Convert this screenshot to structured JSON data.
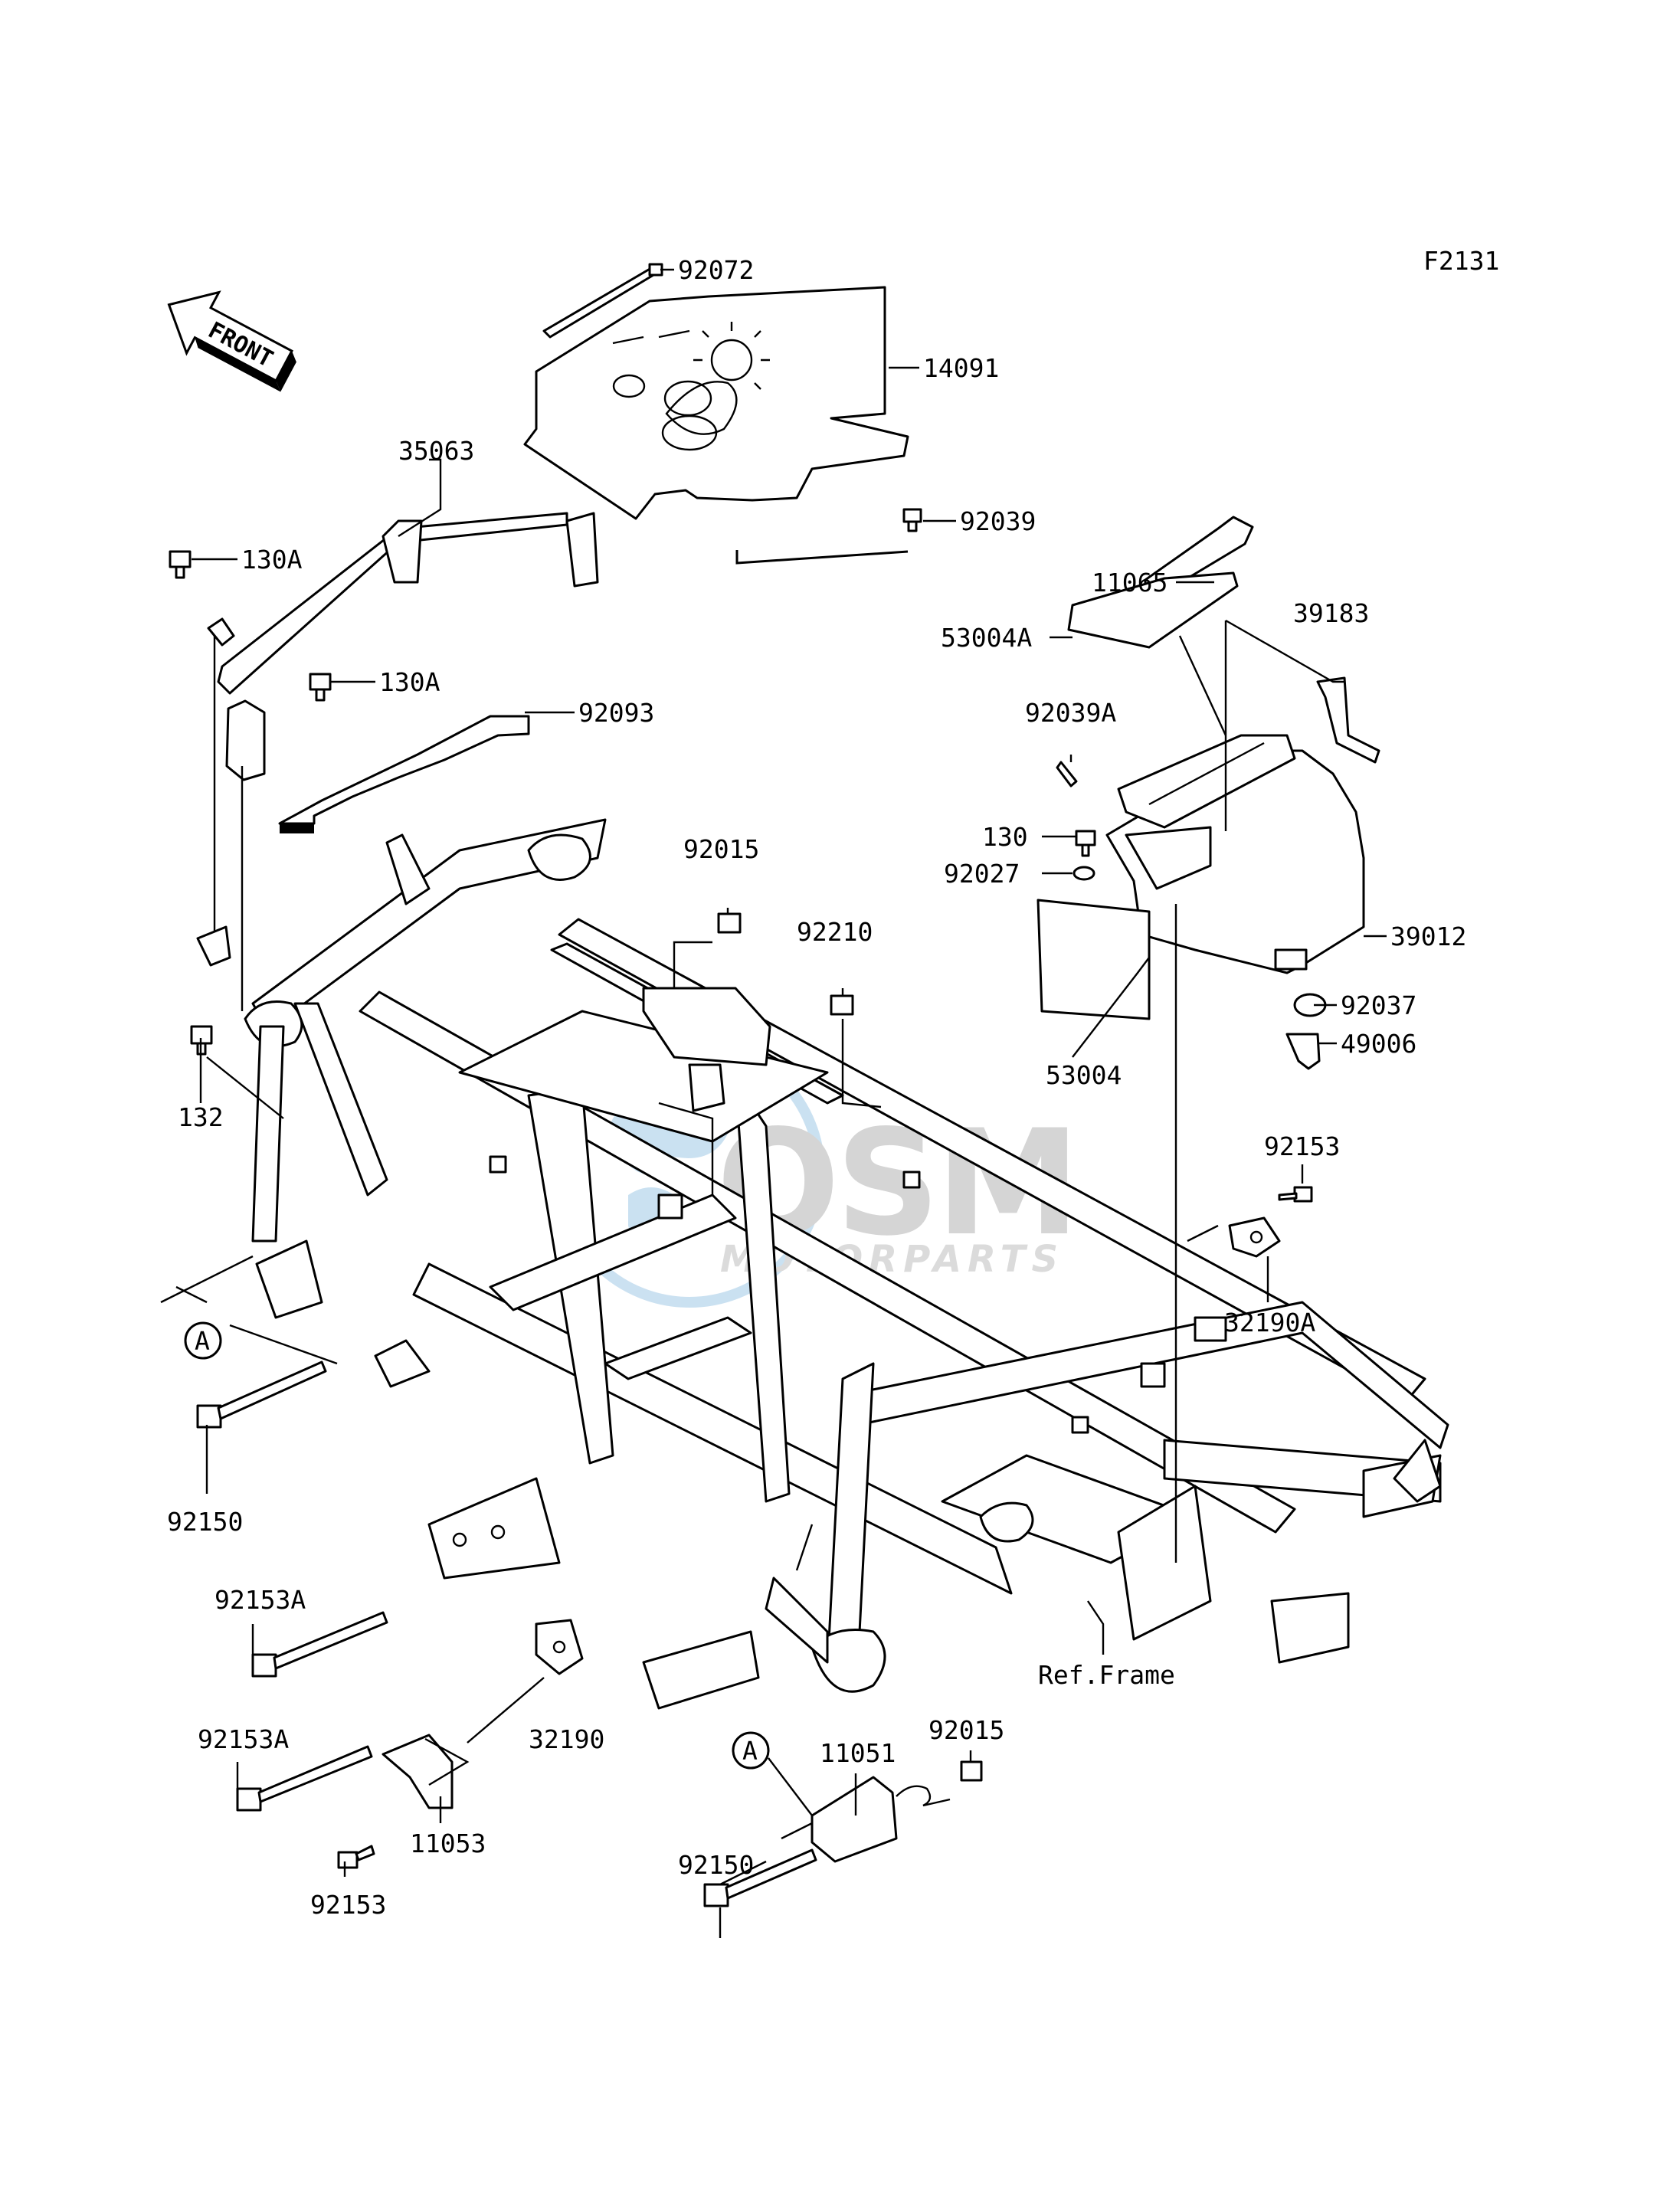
{
  "figure_code": "F2131",
  "front_label": "FRONT",
  "circle_ref": "A",
  "watermark": {
    "logo": "OSM",
    "tagline": "MOTORPARTS"
  },
  "parts": {
    "p92072": "92072",
    "p14091": "14091",
    "p35063": "35063",
    "p130A_1": "130A",
    "p130A_2": "130A",
    "p92039": "92039",
    "p11065": "11065",
    "p53004A": "53004A",
    "p39183": "39183",
    "p92093": "92093",
    "p92039A": "92039A",
    "p130": "130",
    "p92027": "92027",
    "p92015_top": "92015",
    "p92210": "92210",
    "p39012": "39012",
    "p92037": "92037",
    "p49006": "49006",
    "p53004": "53004",
    "p132": "132",
    "p92153_right": "92153",
    "p32190A": "32190A",
    "p92150_left": "92150",
    "p92153A_1": "92153A",
    "p92153A_2": "92153A",
    "p32190": "32190",
    "p11053": "11053",
    "p92153_bottom": "92153",
    "p11051": "11051",
    "p92015_bottom": "92015",
    "p92150_bottom": "92150",
    "ref_frame": "Ref.Frame"
  }
}
